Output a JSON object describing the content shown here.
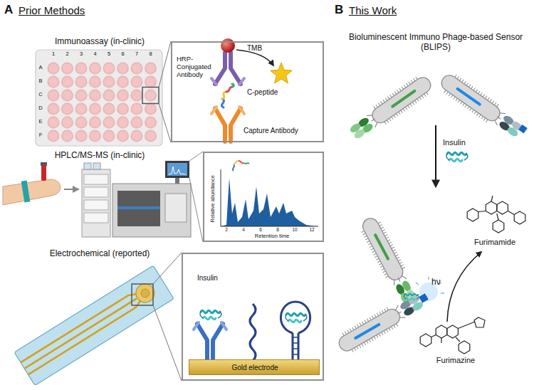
{
  "diagram": {
    "nodes": [
      {
        "text": [
          "HRP- Conjugated Antibody",
          "TMB",
          "C-peptide",
          "Capture Antibody"
        ]
      },
      {
        "text": [
          "Relative abundance",
          "Retention time"
        ]
      },
      {
        "text": [
          "Insulin"
        ]
      },
      {
        "text": [
          "Gold electrode"
        ],
        "in": 2
      }
    ],
    "labels": [
      "A",
      "Prior Methods",
      "Immunoassay (in-clinic)",
      "1",
      "2",
      "3",
      "4",
      "5",
      "6",
      "7",
      "8",
      "A",
      "B",
      "C",
      "D",
      "E",
      "F",
      "HPLC/MS-MS (in-clinic)",
      "2",
      "4",
      "6",
      "8",
      "10",
      "12",
      "Electrochemical (reported)",
      "B",
      "This Work",
      "Bioluminescent Immuno Phage-based Sensor (BLIPS)",
      "Insulin",
      "hν",
      "Furimamide",
      "Furimazine"
    ]
  }
}
